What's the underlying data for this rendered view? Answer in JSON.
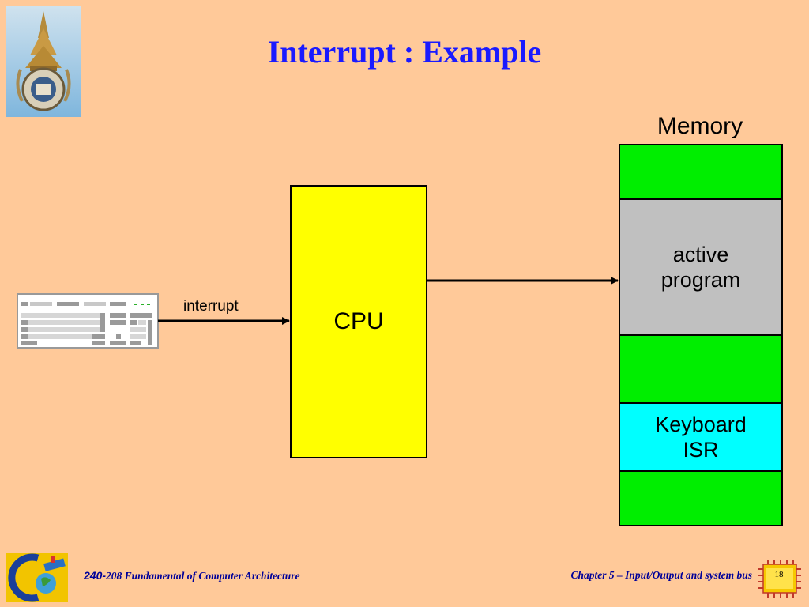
{
  "slide": {
    "title": "Interrupt : Example",
    "page_number": "18"
  },
  "diagram": {
    "cpu_label": "CPU",
    "memory_title": "Memory",
    "memory_segments": {
      "active_line1": "active",
      "active_line2": "program",
      "isr_line1": "Keyboard",
      "isr_line2": "ISR"
    },
    "interrupt_label": "interrupt",
    "colors": {
      "cpu": "#ffff00",
      "memory_free": "#00ee00",
      "active_program": "#c0c0c0",
      "keyboard_isr": "#00ffff"
    }
  },
  "footer": {
    "course_number": "240-",
    "course_rest": "208 Fundamental of Computer Architecture",
    "chapter": "Chapter 5 – Input/Output and system bus"
  },
  "icons": [
    "university-logo-icon",
    "keyboard-icon",
    "faculty-logo-icon",
    "chip-icon"
  ]
}
